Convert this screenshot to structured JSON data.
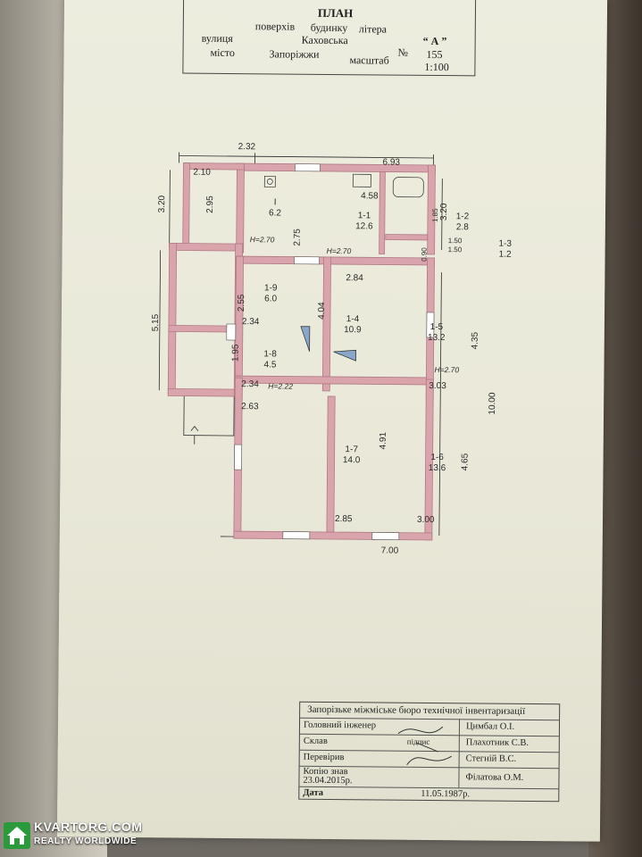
{
  "header": {
    "title": "ПЛАН",
    "line1_a": "поверхів",
    "line1_b": "будинку",
    "line1_c": "літера",
    "line2_a": "вулиця",
    "line2_b": "Каховська",
    "litera": "“ А ”",
    "line3_a": "місто",
    "line3_b": "Запоріжжи",
    "line3_c": "масштаб",
    "num_label": "№",
    "number": "155",
    "scale": "1:100"
  },
  "plan": {
    "dims": {
      "top_total": "6.93",
      "top_left_outer": "2.32",
      "top_left_inner": "2.10",
      "kitchen_width": "4.58",
      "left_height_top": "3.20",
      "right_height_top": "3.20",
      "room_1_height": "2.95",
      "room_11_height": "2.75",
      "room_12_height": "1.85",
      "d150a": "1.50",
      "d150b": "1.50",
      "d090": "0.90",
      "left_mid_height": "5.15",
      "room_19_height": "2.55",
      "room_19_width": "2.34",
      "room_18_height": "1.95",
      "room_18_width": "2.34",
      "porch_width": "2.63",
      "room_14_width": "2.84",
      "room_14_height": "4.04",
      "room_15_height": "4.35",
      "room_15_width": "3.03",
      "right_total": "10.00",
      "room_17_height": "4.91",
      "room_16_height": "4.65",
      "room_17_width": "2.85",
      "room_16_width": "3.00",
      "bottom_total": "7.00"
    },
    "heights": {
      "h1": "H=2.70",
      "h2": "H=2.70",
      "h3": "H=2.70",
      "h4": "H=2.22"
    },
    "rooms": [
      {
        "id": "I",
        "area": "6.2"
      },
      {
        "id": "1-1",
        "area": "12.6"
      },
      {
        "id": "1-2",
        "area": "2.8"
      },
      {
        "id": "1-3",
        "area": "1.2"
      },
      {
        "id": "1-9",
        "area": "6.0"
      },
      {
        "id": "1-8",
        "area": "4.5"
      },
      {
        "id": "1-4",
        "area": "10.9"
      },
      {
        "id": "1-5",
        "area": "13.2"
      },
      {
        "id": "1-7",
        "area": "14.0"
      },
      {
        "id": "1-6",
        "area": "13.6"
      }
    ]
  },
  "stamp": {
    "bureau": "Запорізьке міжміське бюро технічної інвентаризації",
    "r1_role": "Головний інженер",
    "r1_name": "Цимбал О.І.",
    "r2_role": "Склав",
    "r2_sig": "підпис",
    "r2_name": "Плахотник С.В.",
    "r3_role": "Перевірив",
    "r3_name": "Стегній В.С.",
    "r4_role": "Копію знав",
    "r4_date": "23.04.2015р.",
    "r4_name": "Філатова О.М.",
    "r5_role": "Дата",
    "r5_date": "11.05.1987р."
  },
  "watermark": {
    "brand": "KVARTORG.COM",
    "tagline": "REALTY WORLDWIDE"
  },
  "colors": {
    "wall": "#d9a4ac",
    "wall_edge": "#b07a84",
    "paper": "#ebeadb",
    "ink": "#2b2b2b",
    "watermark_green": "#2a9a3a"
  }
}
